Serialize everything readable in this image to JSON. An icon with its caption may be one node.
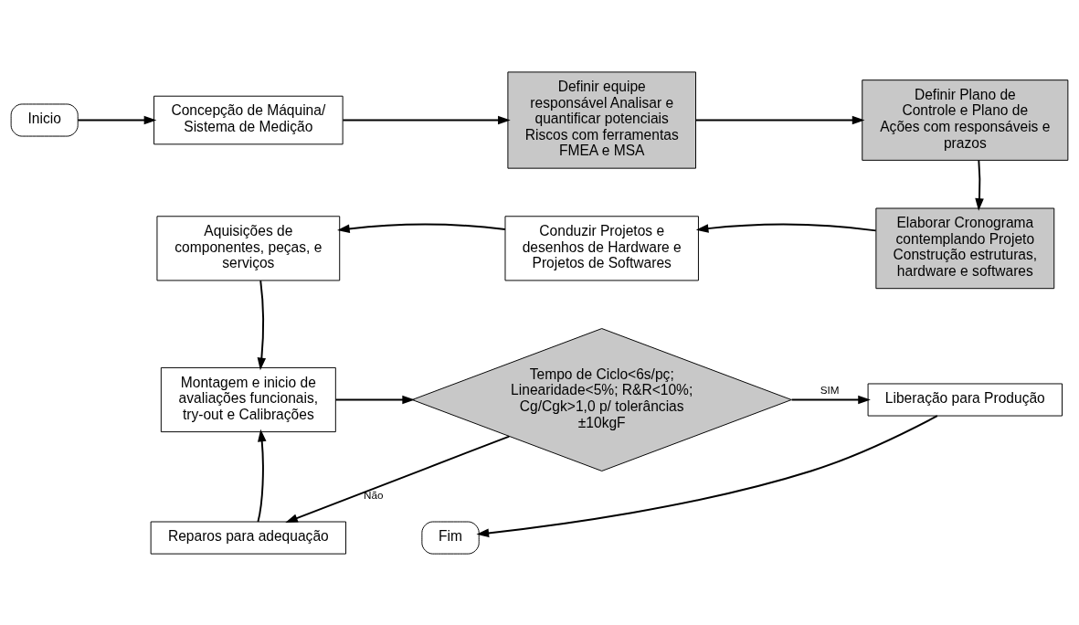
{
  "diagram": {
    "nodes": [
      {
        "text": [
          "Inicio"
        ]
      },
      {
        "text": [
          "Concepção de Máquina/ Sistema de Medição"
        ]
      },
      {
        "text": [
          "Definir equipe responsável Analisar e quantificar potenciais Riscos com ferramentas FMEA e MSA"
        ]
      },
      {
        "text": [
          "Definir Plano de Controle e Plano de Ações com responsáveis e prazos"
        ]
      },
      {
        "text": [
          "Elaborar Cronograma contemplando Projeto Construção estruturas, hardware e softwares"
        ]
      },
      {
        "text": [
          "Conduzir Projetos e desenhos de Hardware e Projetos de Softwares"
        ]
      },
      {
        "text": [
          "Aquisições de componentes, peças, e serviços"
        ]
      },
      {
        "text": [
          "Montagem e inicio de avaliações funcionais, try-out e Calibrações"
        ]
      },
      {
        "text": [
          "Tempo de Ciclo<6s/pç; Linearidade<5%; R&R<10%; Cg/Cgk>1,0 p/ tolerâncias ±10kgF"
        ]
      },
      {
        "text": [
          "Liberação para Produção"
        ]
      },
      {
        "text": [
          "Reparos para adequação"
        ]
      },
      {
        "text": [
          "Fim"
        ]
      }
    ],
    "edges": [
      {
        "from": 0,
        "to": 1,
        "arrow": "to"
      },
      {
        "from": 1,
        "to": 2,
        "arrow": "to"
      },
      {
        "from": 2,
        "to": 3,
        "arrow": "to"
      },
      {
        "from": 3,
        "to": 4,
        "arrow": "to"
      },
      {
        "from": 4,
        "to": 5,
        "arrow": "to"
      },
      {
        "from": 5,
        "to": 6,
        "arrow": "to"
      },
      {
        "from": 6,
        "to": 7,
        "arrow": "to"
      },
      {
        "from": 7,
        "to": 8,
        "arrow": "to"
      },
      {
        "from": 8,
        "to": 9,
        "arrow": "to",
        "label": "SIM"
      },
      {
        "from": 8,
        "to": 10,
        "arrow": "to",
        "label": "Não"
      },
      {
        "from": 10,
        "to": 7,
        "arrow": "to"
      },
      {
        "from": 9,
        "to": 11,
        "arrow": "to"
      }
    ]
  }
}
